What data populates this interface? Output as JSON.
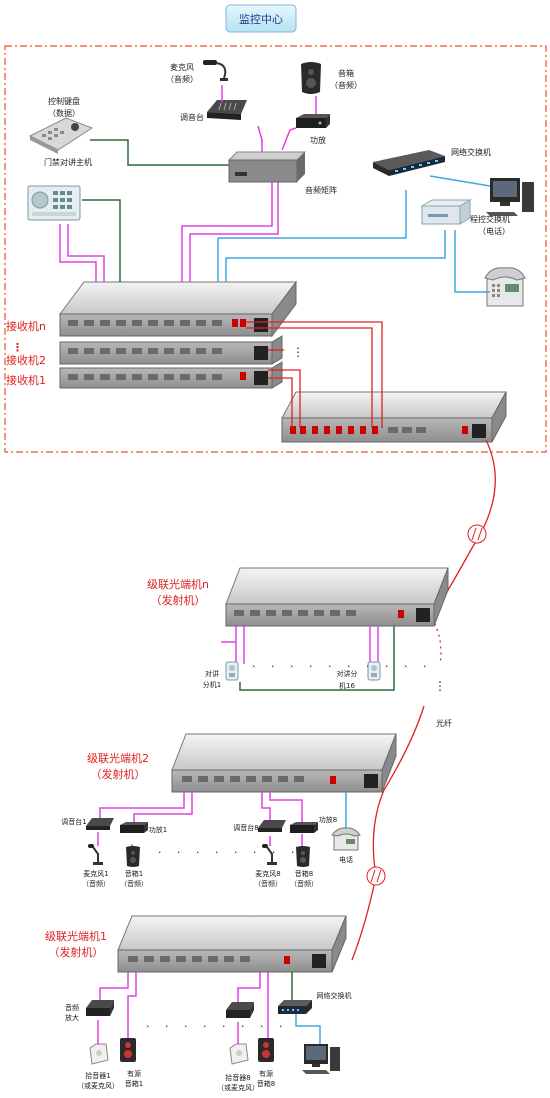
{
  "title": "监控中心",
  "colors": {
    "border_dash": "#ee5522",
    "magenta": "#e040e0",
    "red": "#e02020",
    "blue": "#40a8e0",
    "green": "#2a6a3a",
    "title_bg": "#ccecf8",
    "title_text": "#1a3a8a"
  },
  "center": {
    "microphone": [
      "麦克风",
      "（音频）"
    ],
    "speaker": [
      "音箱",
      "（音频）"
    ],
    "mixer": "调音台",
    "amplifier": "功放",
    "keyboard": [
      "控制键盘",
      "（数据）"
    ],
    "intercom_host": "门禁对讲主机",
    "audio_matrix": "音频矩阵",
    "network_switch": "网络交换机",
    "pbx": [
      "程控交换机",
      "（电话）"
    ],
    "receivers": [
      "接收机n",
      "接收机2",
      "接收机1"
    ]
  },
  "fiber_label": "光纤",
  "cascade_n": {
    "title": [
      "级联光端机n",
      "（发射机）"
    ],
    "intercom_1": [
      "对讲",
      "分机1"
    ],
    "intercom_16": [
      "对讲分",
      "机16"
    ]
  },
  "cascade_2": {
    "title": [
      "级联光端机2",
      "（发射机）"
    ],
    "mixer_1": "调音台1",
    "amp_1": "功放1",
    "mixer_8": "调音台8",
    "amp_8": "功放8",
    "mic_1": [
      "麦克风1",
      "（音频）"
    ],
    "speaker_1": [
      "音箱1",
      "（音频）"
    ],
    "mic_8": [
      "麦克风8",
      "（音频）"
    ],
    "speaker_8": [
      "音箱8",
      "（音频）"
    ],
    "phone": "电话"
  },
  "cascade_1": {
    "title": [
      "级联光端机1",
      "（发射机）"
    ],
    "audio_amp": [
      "音频",
      "放大"
    ],
    "network_switch": "网络交换机",
    "pickup_1": [
      "拾音器1",
      "（或麦克风）"
    ],
    "speaker_1": [
      "有源",
      "音箱1"
    ],
    "pickup_8": [
      "拾音器8",
      "（或麦克风）"
    ],
    "speaker_8": [
      "有源",
      "音箱8"
    ]
  }
}
